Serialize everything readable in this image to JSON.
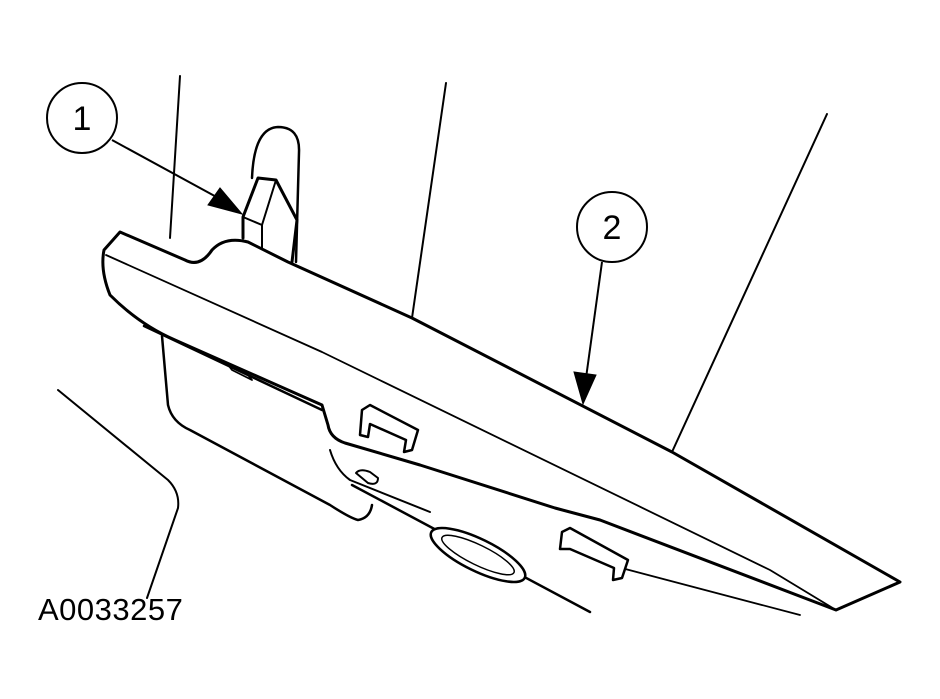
{
  "figure": {
    "id_text": "A0033257",
    "callouts": [
      {
        "number": "1"
      },
      {
        "number": "2"
      }
    ]
  },
  "colors": {
    "line": "#000000",
    "background": "#ffffff"
  }
}
